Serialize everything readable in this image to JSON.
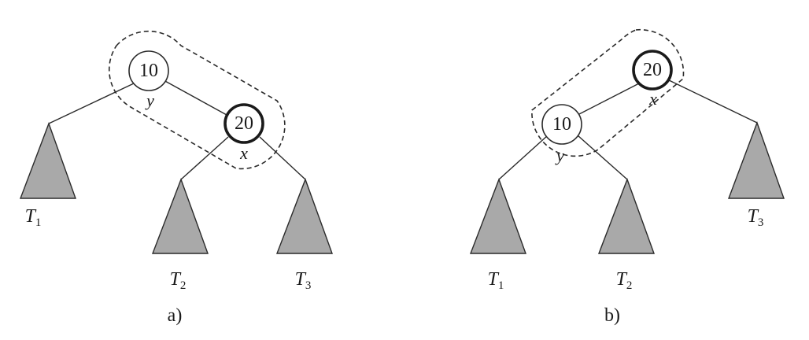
{
  "panel_a": {
    "caption": "a)",
    "node_top": {
      "key": "10",
      "var": "y"
    },
    "node_child": {
      "key": "20",
      "var": "x"
    },
    "subtrees": [
      {
        "name": "T",
        "sub": "1"
      },
      {
        "name": "T",
        "sub": "2"
      },
      {
        "name": "T",
        "sub": "3"
      }
    ]
  },
  "panel_b": {
    "caption": "b)",
    "node_top": {
      "key": "20",
      "var": "x"
    },
    "node_child": {
      "key": "10",
      "var": "y"
    },
    "subtrees": [
      {
        "name": "T",
        "sub": "1"
      },
      {
        "name": "T",
        "sub": "2"
      },
      {
        "name": "T",
        "sub": "3"
      }
    ]
  },
  "colors": {
    "subtree_fill": "#a9a9a9",
    "stroke": "#2a2a2a"
  }
}
